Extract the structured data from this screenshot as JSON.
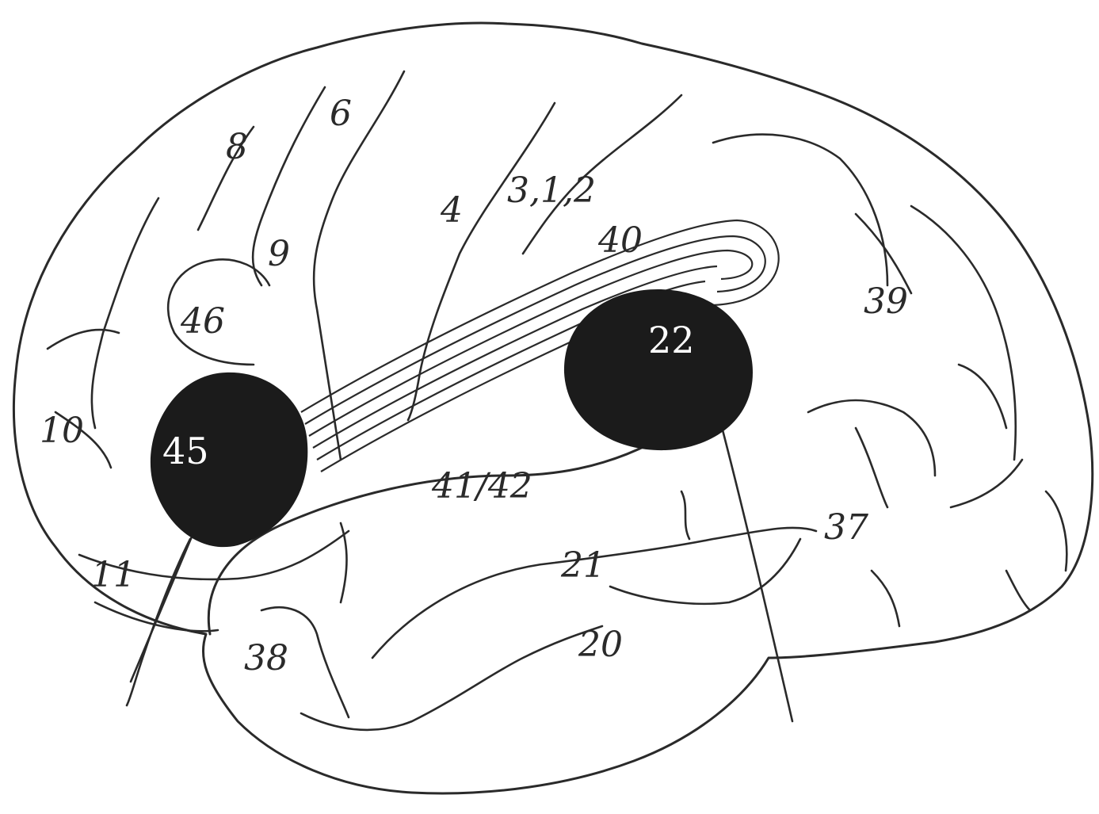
{
  "diagram": {
    "labels": {
      "a6": "6",
      "a8": "8",
      "a9": "9",
      "a4": "4",
      "a312": "3,1,2",
      "a40": "40",
      "a39": "39",
      "a46": "46",
      "a22": "22",
      "a10": "10",
      "a45": "45",
      "a4142": "41/42",
      "a37": "37",
      "a21": "21",
      "a11": "11",
      "a38": "38",
      "a20": "20"
    },
    "highlighted_areas": [
      "45",
      "22"
    ],
    "colors": {
      "ink": "#2a2a2a",
      "highlight": "#1b1b1b",
      "background": "#ffffff"
    }
  }
}
